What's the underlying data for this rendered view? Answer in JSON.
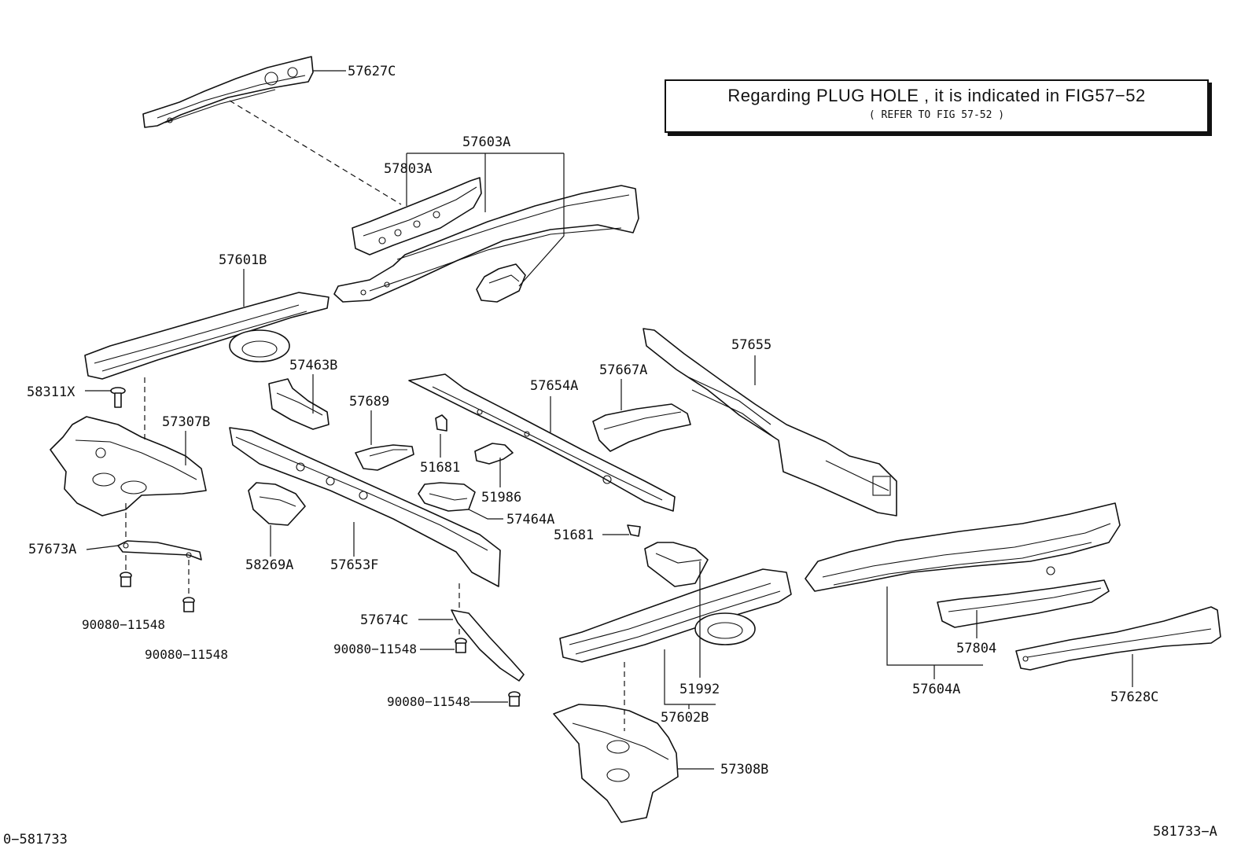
{
  "note": {
    "main": "Regarding  PLUG HOLE , it is  indicated  in FIG57−52",
    "sub": "( REFER TO FIG 57-52 )"
  },
  "labels": {
    "p57627C": "57627C",
    "p57603A": "57603A",
    "p57803A": "57803A",
    "p57601B": "57601B",
    "p57655": "57655",
    "p57463B": "57463B",
    "p57667A": "57667A",
    "p57654A": "57654A",
    "p58311X": "58311X",
    "p57689": "57689",
    "p57307B": "57307B",
    "p51681a": "51681",
    "p51986": "51986",
    "p57464A": "57464A",
    "p51681b": "51681",
    "p57673A": "57673A",
    "p58269A": "58269A",
    "p57653F": "57653F",
    "p90080a": "90080−11548",
    "p90080b": "90080−11548",
    "p57674C": "57674C",
    "p90080c": "90080−11548",
    "p90080d": "90080−11548",
    "p57804": "57804",
    "p51992": "51992",
    "p57604A": "57604A",
    "p57628C": "57628C",
    "p57602B": "57602B",
    "p57308B": "57308B"
  },
  "footer": {
    "left_code": "0−581733",
    "right_code": "581733−A"
  }
}
